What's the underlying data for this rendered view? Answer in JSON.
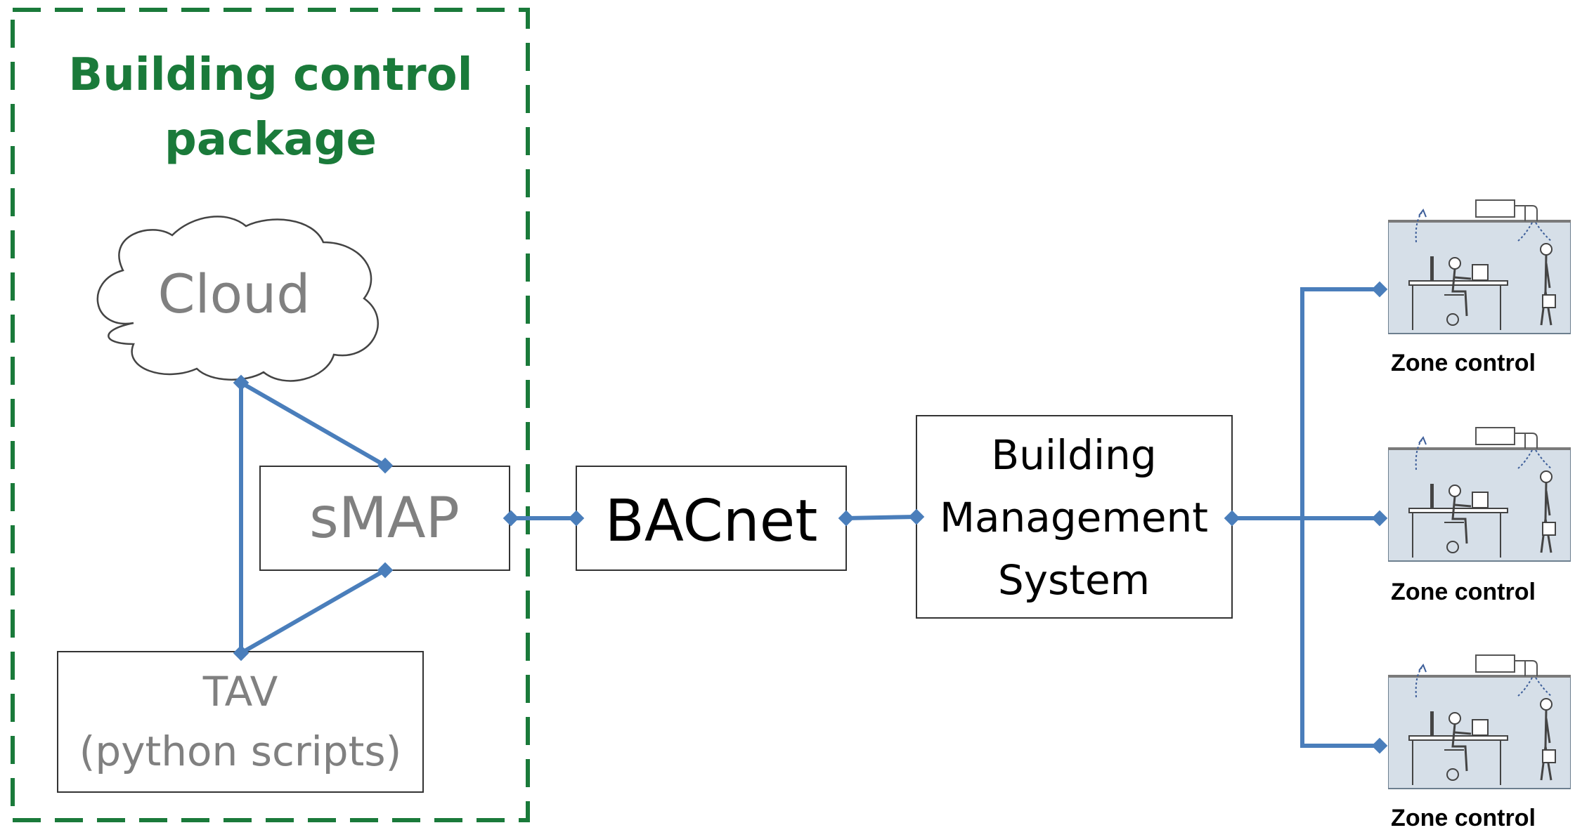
{
  "package": {
    "title_line1": "Building control",
    "title_line2": "package",
    "border_color": "#1a7a3a"
  },
  "nodes": {
    "cloud": "Cloud",
    "smap": "sMAP",
    "tav_line1": "TAV",
    "tav_line2": "(python scripts)",
    "bacnet": "BACnet",
    "bms_line1": "Building",
    "bms_line2": "Management",
    "bms_line3": "System"
  },
  "zones": [
    {
      "label": "Zone control",
      "icon": "office-zone-icon"
    },
    {
      "label": "Zone control",
      "icon": "office-zone-icon"
    },
    {
      "label": "Zone control",
      "icon": "office-zone-icon"
    }
  ],
  "colors": {
    "connector": "#4a7ebb",
    "muted_text": "#808080",
    "package_green": "#1a7a3a",
    "zone_fill": "#d6dfe8"
  }
}
